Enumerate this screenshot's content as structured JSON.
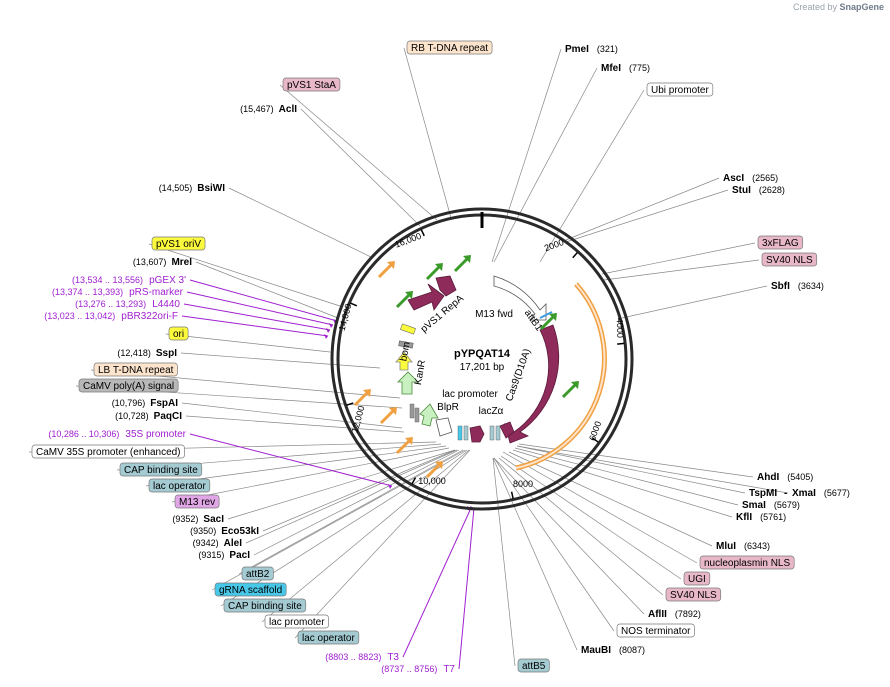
{
  "credit": {
    "prefix": "Created by",
    "brand": "SnapGene"
  },
  "plasmid": {
    "name": "pYPQAT14",
    "size": "17,201 bp"
  },
  "colors": {
    "site_text": "#000000",
    "primer_text": "#a020d0",
    "line": "#888888",
    "cds": "#8e2b5a",
    "orange_box": "#fde4cc",
    "pink_box": "#e8b8c8",
    "yellow_box": "#fbfa3c",
    "gray_box": "#b8b8b8",
    "teal_box": "#a4cad2",
    "violet_box": "#e0a6e6",
    "cyan_box": "#48c8e8",
    "white_box": "#ffffff"
  },
  "ring_ticks": [
    {
      "label": "2000"
    },
    {
      "label": "4000"
    },
    {
      "label": "6000"
    },
    {
      "label": "8000"
    },
    {
      "label": "10,000"
    },
    {
      "label": "12,000"
    },
    {
      "label": "14,000"
    },
    {
      "label": "16,000"
    }
  ],
  "features": [
    {
      "label": "pVS1 RepA"
    },
    {
      "label": "M13 fwd"
    },
    {
      "label": "attB1"
    },
    {
      "label": "Cas9(D10A)"
    },
    {
      "label": "lacZα"
    },
    {
      "label": "lac promoter"
    },
    {
      "label": "BlpR"
    },
    {
      "label": "KanR"
    },
    {
      "label": "bom"
    }
  ],
  "labels": [
    {
      "name": "PmeI",
      "pos": "(321)",
      "kind": "site"
    },
    {
      "name": "MfeI",
      "pos": "(775)",
      "kind": "site"
    },
    {
      "name": "Ubi promoter",
      "kind": "box",
      "style": "white"
    },
    {
      "name": "AscI",
      "pos": "(2565)",
      "kind": "site"
    },
    {
      "name": "StuI",
      "pos": "(2628)",
      "kind": "site"
    },
    {
      "name": "3xFLAG",
      "kind": "box",
      "style": "pink"
    },
    {
      "name": "SV40 NLS",
      "kind": "box",
      "style": "pink"
    },
    {
      "name": "SbfI",
      "pos": "(3634)",
      "kind": "site"
    },
    {
      "name": "AhdI",
      "pos": "(5405)",
      "kind": "site"
    },
    {
      "name": "TspMI",
      "pos": "",
      "kind": "site"
    },
    {
      "name": "XmaI",
      "pos": "(5677)",
      "kind": "site",
      "prefix": "-"
    },
    {
      "name": "SmaI",
      "pos": "(5679)",
      "kind": "site"
    },
    {
      "name": "KflI",
      "pos": "(5761)",
      "kind": "site"
    },
    {
      "name": "MluI",
      "pos": "(6343)",
      "kind": "site"
    },
    {
      "name": "nucleoplasmin NLS",
      "kind": "box",
      "style": "pink"
    },
    {
      "name": "UGI",
      "kind": "box",
      "style": "pink"
    },
    {
      "name": "SV40 NLS",
      "kind": "box",
      "style": "pink"
    },
    {
      "name": "AflII",
      "pos": "(7892)",
      "kind": "site"
    },
    {
      "name": "NOS terminator",
      "kind": "box",
      "style": "white"
    },
    {
      "name": "MauBI",
      "pos": "(8087)",
      "kind": "site"
    },
    {
      "name": "attB5",
      "kind": "box",
      "style": "teal"
    },
    {
      "name": "T7",
      "pos": "(8737 .. 8756)",
      "kind": "primer"
    },
    {
      "name": "T3",
      "pos": "(8803 .. 8823)",
      "kind": "primer"
    },
    {
      "name": "lac operator",
      "kind": "box",
      "style": "teal"
    },
    {
      "name": "lac promoter",
      "kind": "box",
      "style": "white"
    },
    {
      "name": "CAP binding site",
      "kind": "box",
      "style": "teal"
    },
    {
      "name": "gRNA scaffold",
      "kind": "box",
      "style": "cyan"
    },
    {
      "name": "attB2",
      "kind": "box",
      "style": "teal"
    },
    {
      "name": "PacI",
      "pos": "(9315)",
      "kind": "site"
    },
    {
      "name": "AleI",
      "pos": "(9342)",
      "kind": "site"
    },
    {
      "name": "Eco53kI",
      "pos": "(9350)",
      "kind": "site"
    },
    {
      "name": "SacI",
      "pos": "(9352)",
      "kind": "site"
    },
    {
      "name": "M13 rev",
      "kind": "box",
      "style": "violet"
    },
    {
      "name": "lac operator",
      "kind": "box",
      "style": "teal"
    },
    {
      "name": "CAP binding site",
      "kind": "box",
      "style": "teal"
    },
    {
      "name": "CaMV 35S promoter (enhanced)",
      "kind": "box",
      "style": "white"
    },
    {
      "name": "35S promoter",
      "pos": "(10,286 .. 10,306)",
      "kind": "primer"
    },
    {
      "name": "PaqCI",
      "pos": "(10,728)",
      "kind": "site"
    },
    {
      "name": "FspAI",
      "pos": "(10,796)",
      "kind": "site"
    },
    {
      "name": "CaMV poly(A) signal",
      "kind": "box",
      "style": "gray"
    },
    {
      "name": "LB T-DNA repeat",
      "kind": "box",
      "style": "orange"
    },
    {
      "name": "SspI",
      "pos": "(12,418)",
      "kind": "site"
    },
    {
      "name": "ori",
      "kind": "box",
      "style": "yellow"
    },
    {
      "name": "pBR322ori-F",
      "pos": "(13,023 .. 13,042)",
      "kind": "primer"
    },
    {
      "name": "L4440",
      "pos": "(13,276 .. 13,293)",
      "kind": "primer"
    },
    {
      "name": "pRS-marker",
      "pos": "(13,374 .. 13,393)",
      "kind": "primer"
    },
    {
      "name": "pGEX 3'",
      "pos": "(13,534 .. 13,556)",
      "kind": "primer"
    },
    {
      "name": "MreI",
      "pos": "(13,607)",
      "kind": "site"
    },
    {
      "name": "pVS1 oriV",
      "kind": "box",
      "style": "yellow"
    },
    {
      "name": "BsiWI",
      "pos": "(14,505)",
      "kind": "site"
    },
    {
      "name": "AclI",
      "pos": "(15,467)",
      "kind": "site"
    },
    {
      "name": "pVS1 StaA",
      "kind": "box",
      "style": "pink"
    },
    {
      "name": "RB T-DNA repeat",
      "kind": "box",
      "style": "orange"
    }
  ]
}
